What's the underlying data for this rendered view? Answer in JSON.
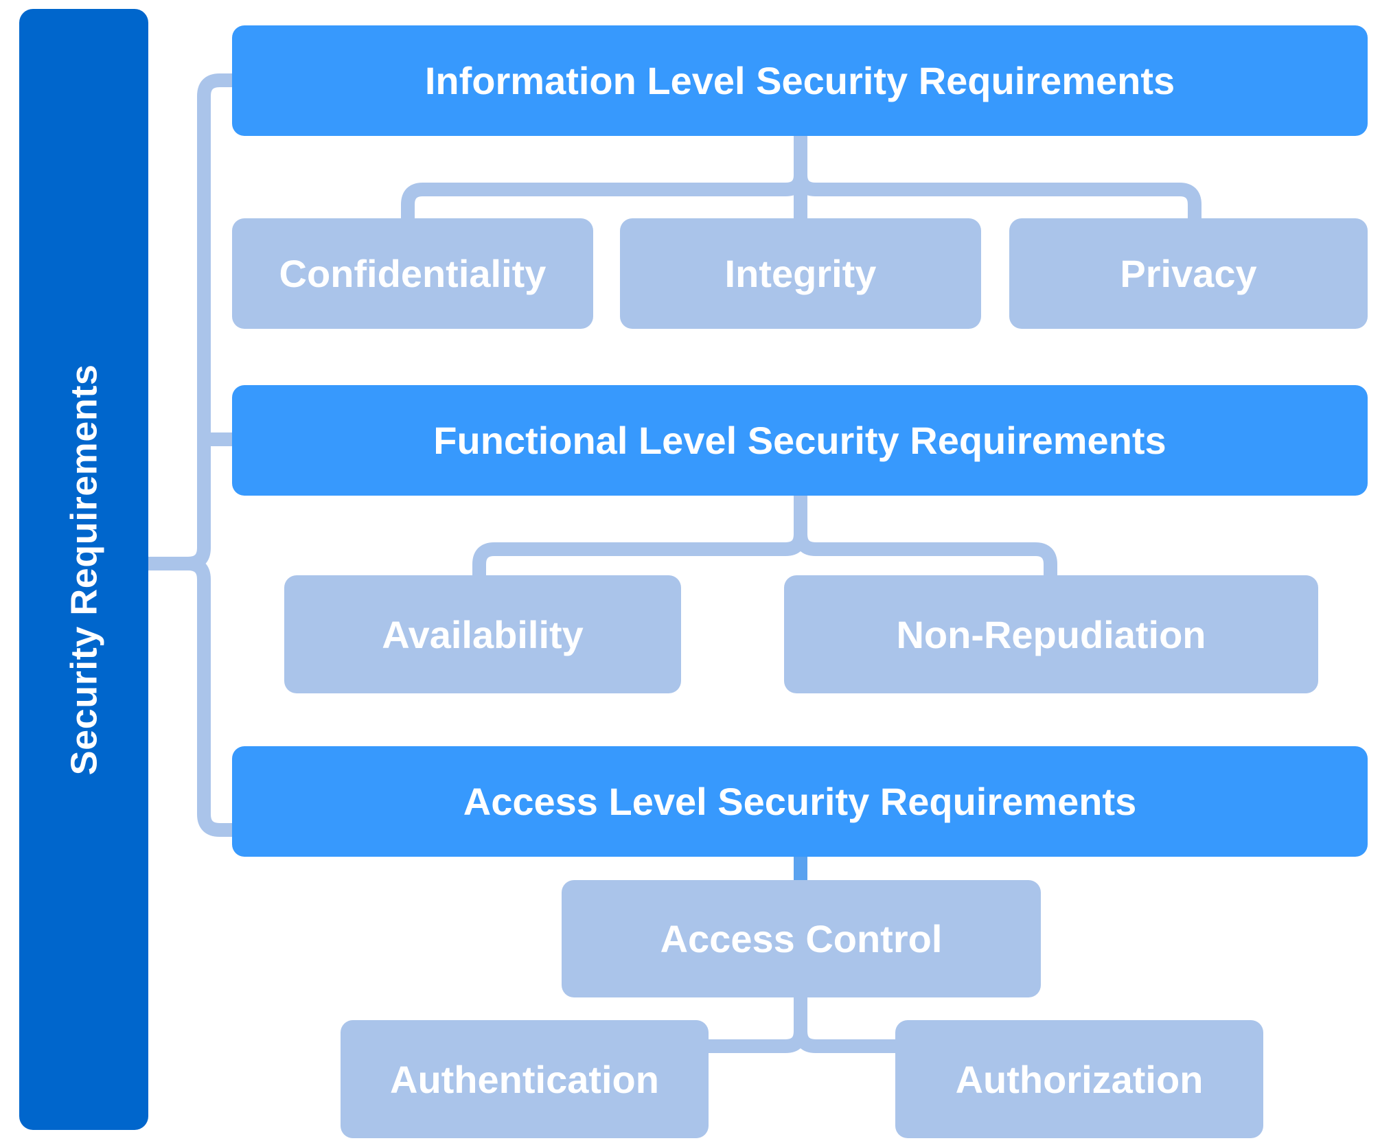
{
  "root": {
    "label": "Security Requirements",
    "color": "#0066cc"
  },
  "levels": [
    {
      "label": "Information Level Security Requirements",
      "children": [
        "Confidentiality",
        "Integrity",
        "Privacy"
      ]
    },
    {
      "label": "Functional Level Security Requirements",
      "children": [
        "Availability",
        "Non-Repudiation"
      ]
    },
    {
      "label": "Access Level Security Requirements",
      "children": [
        "Access Control"
      ],
      "grandchildren": [
        "Authentication",
        "Authorization"
      ]
    }
  ],
  "colors": {
    "level": "#3799fd",
    "leaf": "#aac4ea",
    "connector": "#aac4ea"
  }
}
